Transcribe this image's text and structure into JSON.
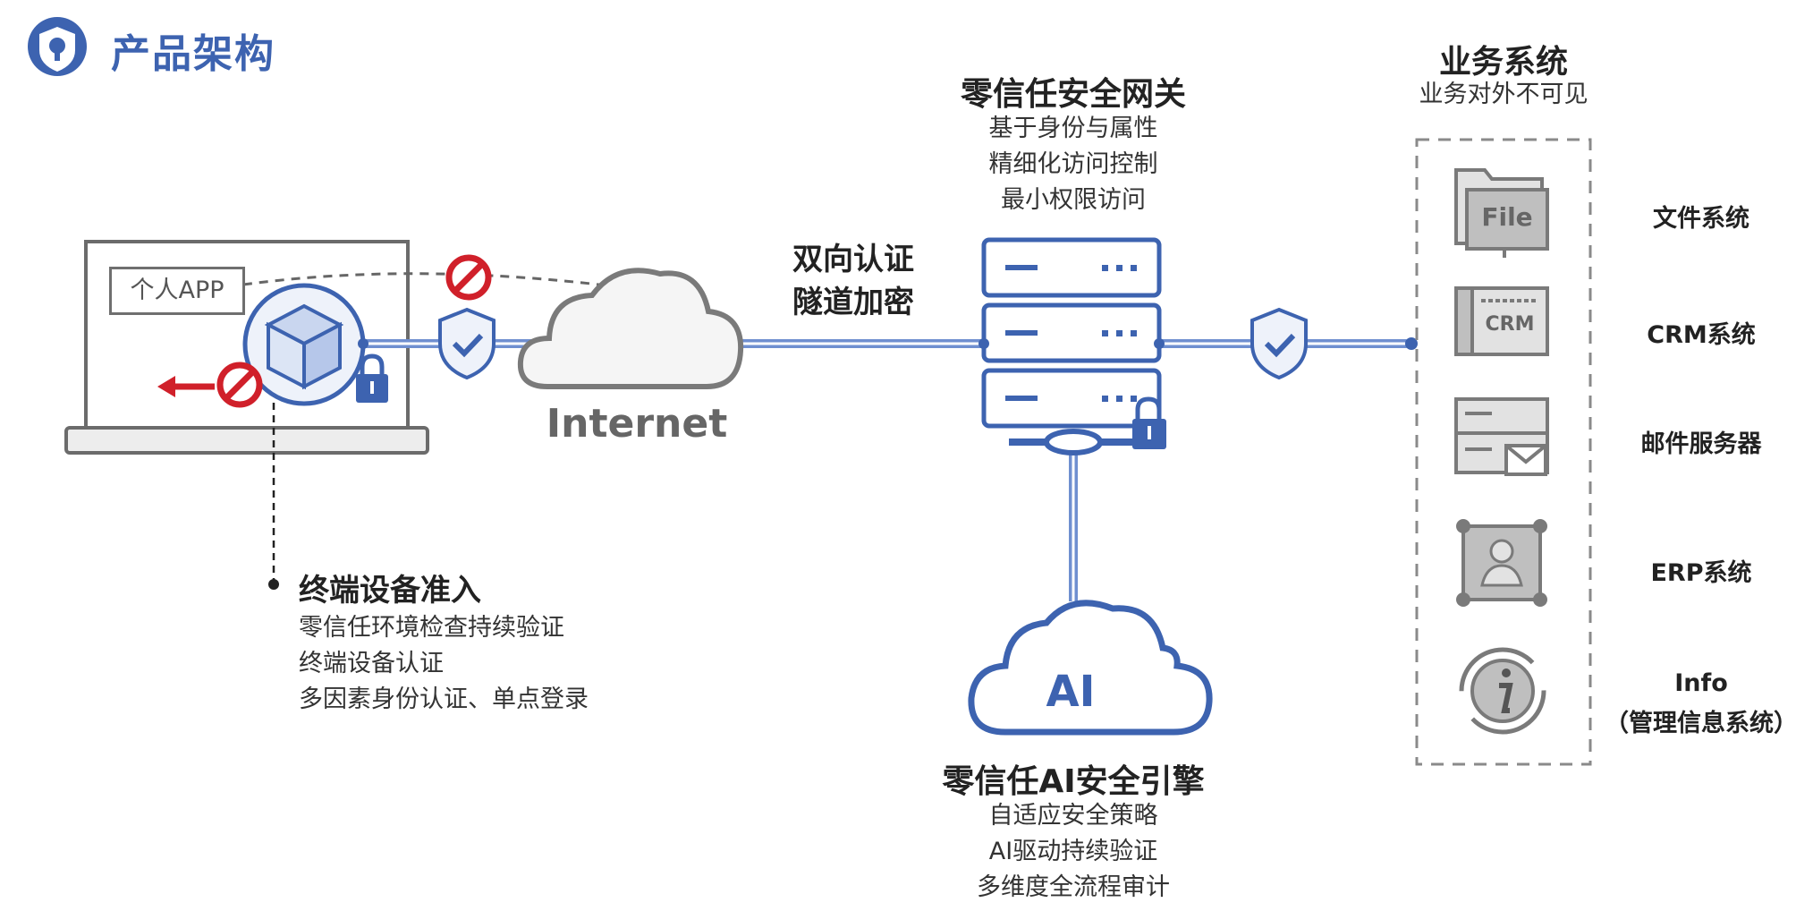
{
  "header": {
    "title": "产品架构"
  },
  "gateway": {
    "title": "零信任安全网关",
    "lines": [
      "基于身份与属性",
      "精细化访问控制",
      "最小权限访问"
    ]
  },
  "tunnel": {
    "lines": [
      "双向认证",
      "隧道加密"
    ]
  },
  "internet": {
    "label": "Internet"
  },
  "device": {
    "app_label": "个人APP",
    "title": "终端设备准入",
    "lines": [
      "零信任环境检查持续验证",
      "终端设备认证",
      "多因素身份认证、单点登录"
    ]
  },
  "ai_engine": {
    "cloud_label": "AI",
    "title": "零信任AI安全引擎",
    "lines": [
      "自适应安全策略",
      "AI驱动持续验证",
      "多维度全流程审计"
    ]
  },
  "business": {
    "title": "业务系统",
    "subtitle": "业务对外不可见",
    "systems": [
      {
        "label": "文件系统",
        "icon": "file-icon",
        "icon_text": "File"
      },
      {
        "label": "CRM系统",
        "icon": "crm-icon",
        "icon_text": "CRM"
      },
      {
        "label": "邮件服务器",
        "icon": "mail-server-icon"
      },
      {
        "label": "ERP系统",
        "icon": "erp-icon"
      },
      {
        "label": "Info",
        "label2": "（管理信息系统）",
        "icon": "info-icon"
      }
    ]
  },
  "colors": {
    "brand_blue": "#3d63b0",
    "line_blue": "#6f8fd0",
    "block_red": "#d0202a",
    "gray_icon": "#8a8a8a"
  }
}
